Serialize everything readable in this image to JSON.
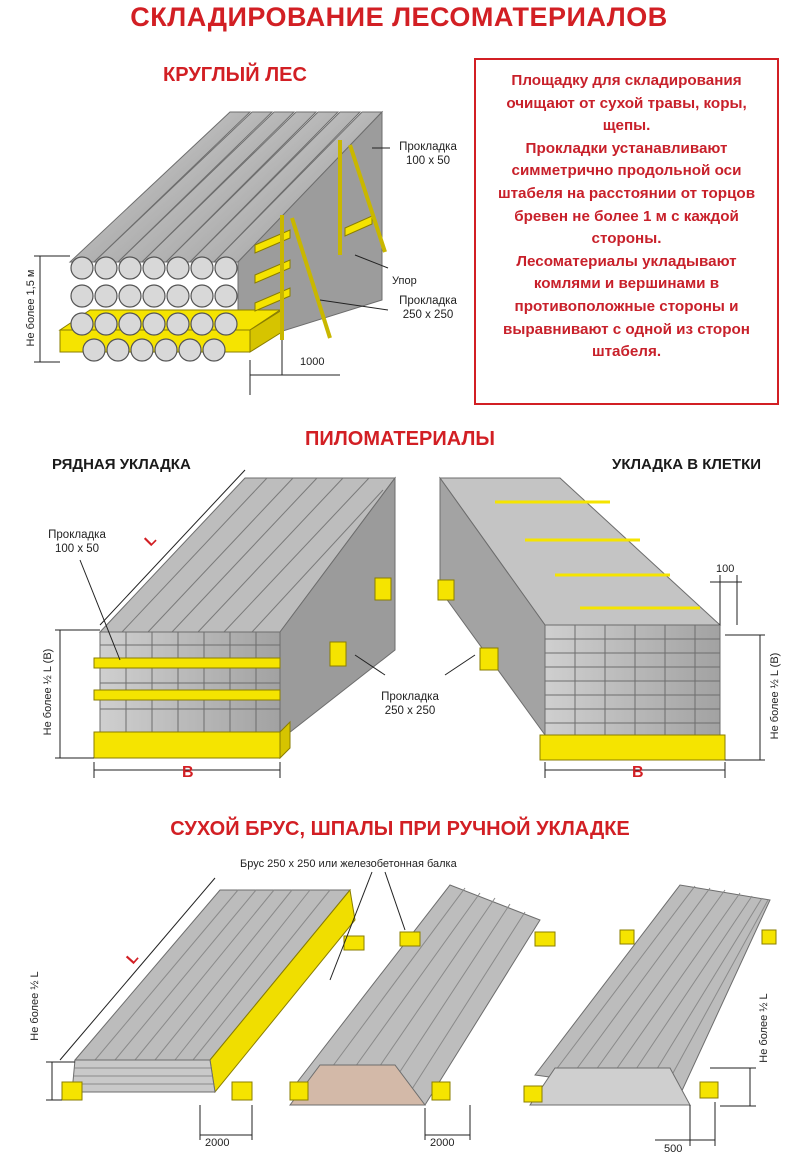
{
  "title": "СКЛАДИРОВАНИЕ ЛЕСОМАТЕРИАЛОВ",
  "round": {
    "heading": "КРУГЛЫЙ ЛЕС",
    "label_pad_small": "Прокладка\n100 x 50",
    "label_stop": "Упор",
    "label_pad_big": "Прокладка\n250 x 250",
    "height_label": "Не более 1,5 м",
    "dim_1000": "1000"
  },
  "note": {
    "paragraphs": [
      "Площадку для складирования очищают от сухой травы, коры, щепы.",
      "Прокладки устанавливают симметрично продольной оси штабеля на расстоянии от торцов бревен не более 1 м с каждой стороны.",
      "Лесоматериалы укладывают комлями и вершинами в противоположные стороны и выравнивают с одной из сторон штабеля."
    ]
  },
  "lumber": {
    "heading": "ПИЛОМАТЕРИАЛЫ",
    "row_title": "РЯДНАЯ УКЛАДКА",
    "cage_title": "УКЛАДКА В КЛЕТКИ",
    "pad_small": "Прокладка\n100 x 50",
    "pad_big": "Прокладка\n250 x 250",
    "height_left": "Не более ½ L (B)",
    "height_right": "Не более ½ L (B)",
    "L": "L",
    "B_left": "B",
    "B_right": "B",
    "dim_100": "100"
  },
  "beams": {
    "heading": "СУХОЙ БРУС, ШПАЛЫ ПРИ РУЧНОЙ УКЛАДКЕ",
    "top_label": "Брус 250 x 250 или железобетонная балка",
    "L": "L",
    "height_left": "Не более ½ L",
    "height_right": "Не более ½ L",
    "dim_2000_a": "2000",
    "dim_2000_b": "2000",
    "dim_500": "500"
  },
  "colors": {
    "accent": "#d21f24",
    "pad": "#f5e400",
    "wood": "#b9b9b9",
    "wood_dark": "#8a8a8a"
  }
}
